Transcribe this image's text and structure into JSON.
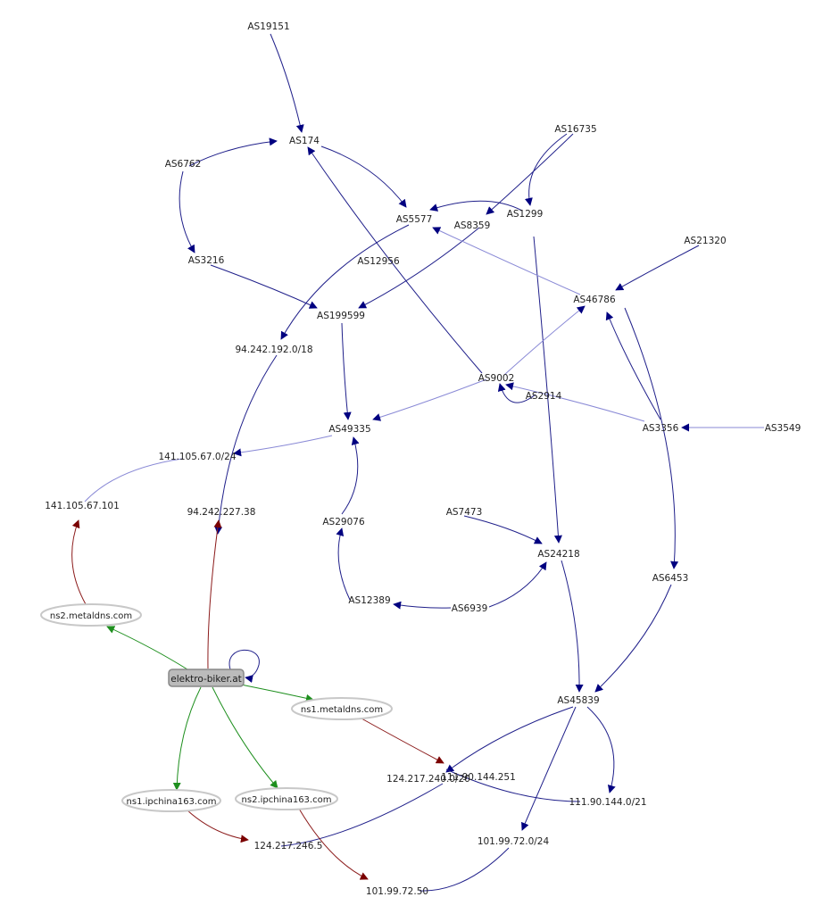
{
  "colors": {
    "as_edge": "#1f1f8a",
    "as_edge_light": "#8a8ad6",
    "arrow_as": "#000080",
    "dns_edge": "#1e8f1e",
    "ip_edge": "#8b1a1a",
    "arrow_ip": "#7a0000",
    "ns_border": "#c8c8c8",
    "domain_fill": "#bbbbbb",
    "domain_border": "#888888"
  },
  "nodes": {
    "as19151": "AS19151",
    "as174": "AS174",
    "as6762": "AS6762",
    "as16735": "AS16735",
    "as5577": "AS5577",
    "as1299": "AS1299",
    "as8359": "AS8359",
    "as3216": "AS3216",
    "as12956": "AS12956",
    "as21320": "AS21320",
    "as199599": "AS199599",
    "as46786": "AS46786",
    "net94_242_192": "94.242.192.0/18",
    "as9002": "AS9002",
    "as2914": "AS2914",
    "as49335": "AS49335",
    "as3356": "AS3356",
    "as3549": "AS3549",
    "net141_105_67": "141.105.67.0/24",
    "ip141_105_67_101": "141.105.67.101",
    "ip94_242_227_38": "94.242.227.38",
    "as29076": "AS29076",
    "as7473": "AS7473",
    "as24218": "AS24218",
    "as6453": "AS6453",
    "as12389": "AS12389",
    "as6939": "AS6939",
    "ns2_metaldns": "ns2.metaldns.com",
    "domain": "elektro-biker.at",
    "ns1_metaldns": "ns1.metaldns.com",
    "as45839": "AS45839",
    "net124_217_240": "124.217.240.0/20",
    "ip111_90_144_251": "111.90.144.251",
    "net111_90_144": "111.90.144.0/21",
    "ns1_ipchina": "ns1.ipchina163.com",
    "ns2_ipchina": "ns2.ipchina163.com",
    "ip124_217_246_5": "124.217.246.5",
    "net101_99_72": "101.99.72.0/24",
    "ip101_99_72_50": "101.99.72.50"
  }
}
